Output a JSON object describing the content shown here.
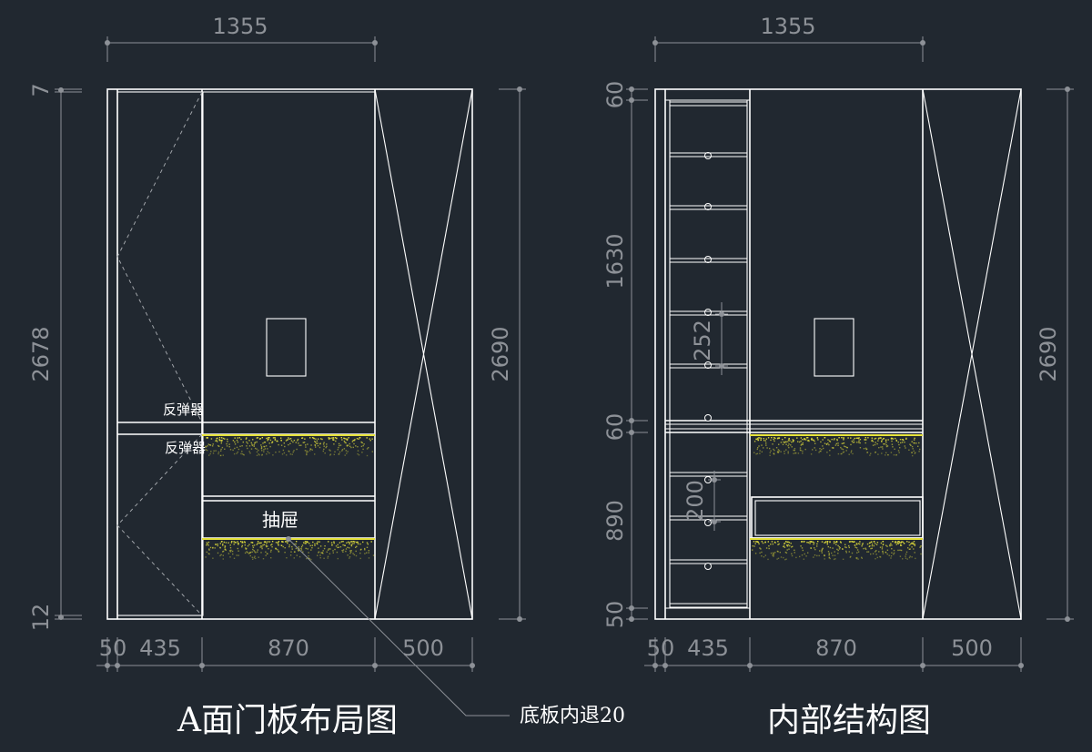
{
  "left_view": {
    "title": "A面门板布局图",
    "top_width": "1355",
    "left_dims": [
      "7",
      "2678",
      "12"
    ],
    "right_dim": "2690",
    "bottom_dims": [
      "50",
      "435",
      "870",
      "500"
    ],
    "labels": {
      "rebound_1": "反弹器",
      "rebound_2": "反弹器",
      "drawer": "抽屉"
    },
    "note": "底板内退20"
  },
  "right_view": {
    "title": "内部结构图",
    "top_width": "1355",
    "left_dims": [
      "60",
      "1630",
      "60",
      "890",
      "50"
    ],
    "right_dim": "2690",
    "bottom_dims": [
      "50",
      "435",
      "870",
      "500"
    ],
    "inner_dims": [
      "252",
      "200"
    ]
  },
  "colors": {
    "background": "#212830",
    "line": "#ffffff",
    "dimension": "#8d9197",
    "led_strip": "#e6e23c"
  }
}
